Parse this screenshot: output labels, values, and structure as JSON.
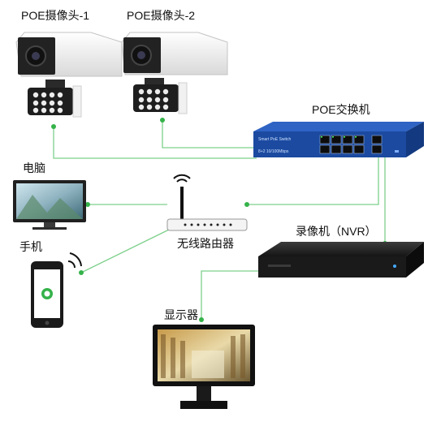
{
  "devices": {
    "camera1": {
      "label": "POE摄像头-1",
      "icon": "bullet-camera-icon"
    },
    "camera2": {
      "label": "POE摄像头-2",
      "icon": "bullet-camera-icon"
    },
    "poe_switch": {
      "label": "POE交换机",
      "icon": "network-switch-icon",
      "faceplate_title": "Smart PoE Switch",
      "faceplate_spec": "8+2 10/100Mbps"
    },
    "computer": {
      "label": "电脑",
      "icon": "monitor-icon"
    },
    "router": {
      "label": "无线路由器",
      "icon": "wifi-router-icon"
    },
    "phone": {
      "label": "手机",
      "icon": "smartphone-icon"
    },
    "nvr": {
      "label": "录像机（NVR）",
      "icon": "nvr-recorder-icon"
    },
    "display": {
      "label": "显示器",
      "icon": "display-monitor-icon"
    }
  },
  "colors": {
    "link": "#7ed08c",
    "link_dot": "#35b24a",
    "switch_body": "#1b4aa0"
  }
}
